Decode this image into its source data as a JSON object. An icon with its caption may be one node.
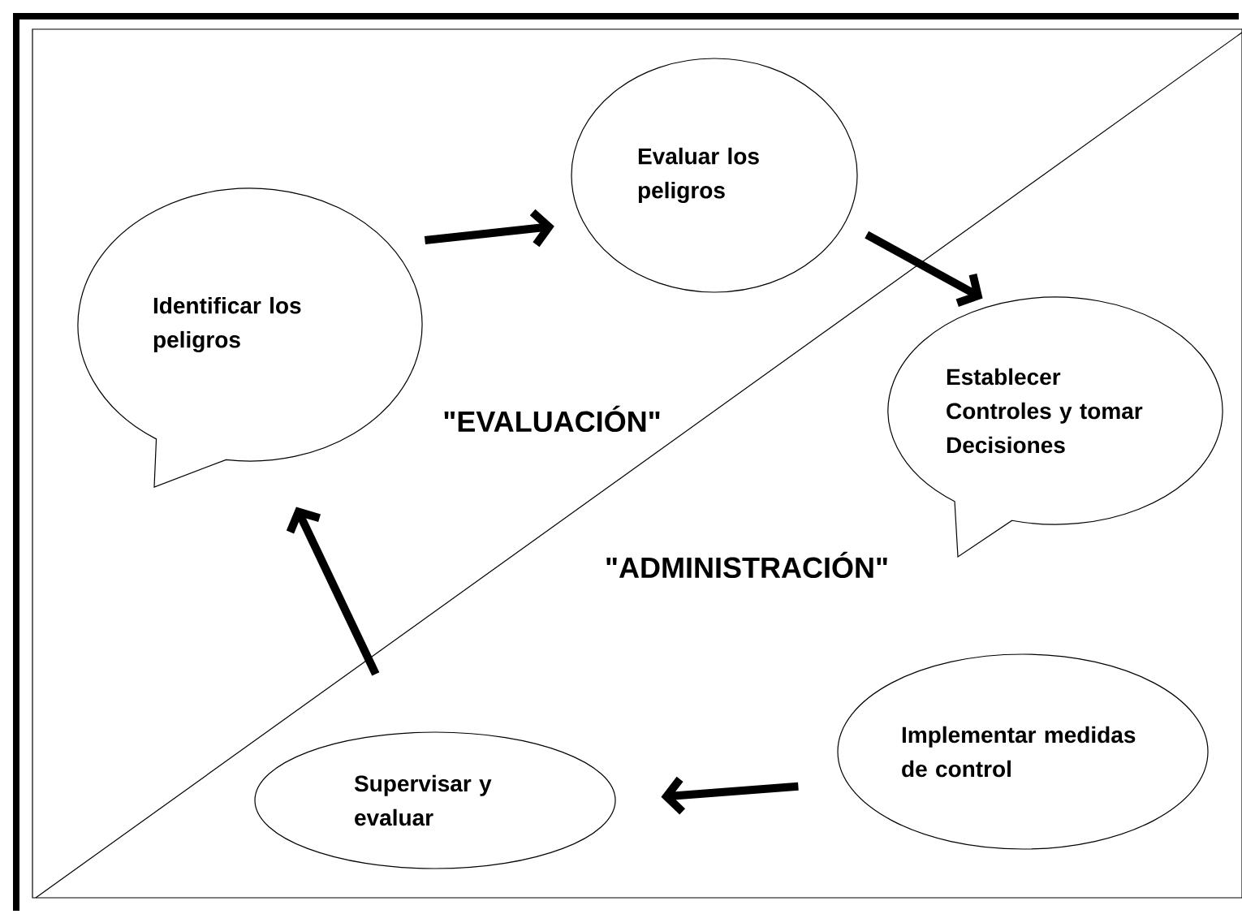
{
  "diagram": {
    "nodes": [
      {
        "text": [
          "Identificar los peligros"
        ]
      },
      {
        "text": [
          "Evaluar los peligros"
        ]
      },
      {
        "text": [
          "Establecer Controles y tomar Decisiones"
        ]
      },
      {
        "text": [
          "Implementar medidas de control"
        ]
      },
      {
        "text": [
          "Supervisar y evaluar"
        ]
      }
    ],
    "edges": [
      {
        "from": 0,
        "to": 1,
        "arrow": "to"
      },
      {
        "from": 1,
        "to": 2,
        "arrow": "to"
      },
      {
        "from": 3,
        "to": 4,
        "arrow": "to"
      },
      {
        "from": 4,
        "to": 0,
        "arrow": "to"
      }
    ],
    "labels": [
      "\"EVALUACIÓN\"",
      "\"ADMINISTRACIÓN\""
    ]
  }
}
